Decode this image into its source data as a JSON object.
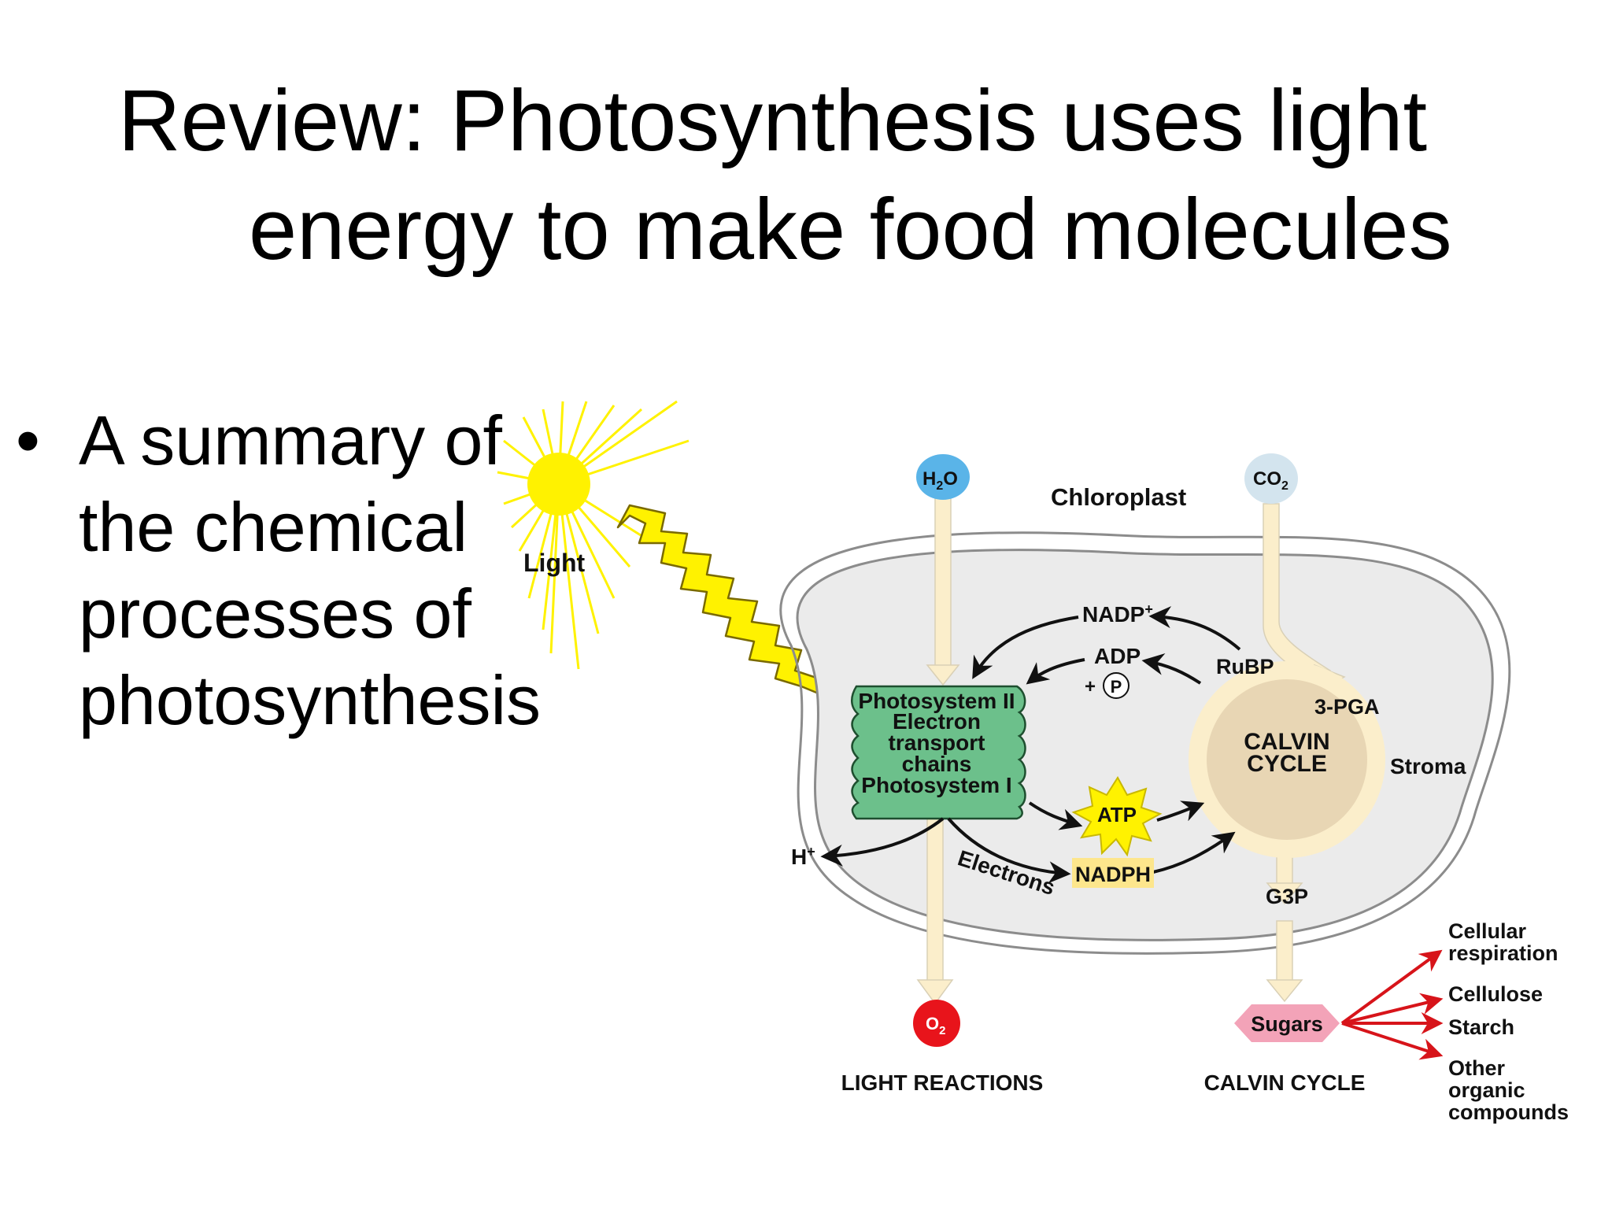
{
  "slide": {
    "title_line1": "Review: Photosynthesis uses light",
    "title_line2": "energy to make food molecules",
    "bullet_lines": [
      "A summary of",
      "the chemical",
      "processes of",
      "photosynthesis"
    ]
  },
  "diagram": {
    "light": "Light",
    "chloroplast": "Chloroplast",
    "h2o_base": "H",
    "h2o_sub": "2",
    "h2o_tail": "O",
    "co2_base": "CO",
    "co2_sub": "2",
    "o2_base": "O",
    "o2_sub": "2",
    "nadp_plus": "NADP",
    "plus_sup": "+",
    "adp": "ADP",
    "plus_p": "+",
    "p": "P",
    "rubp": "RuBP",
    "pga": "3-PGA",
    "calvin_cycle_l1": "CALVIN",
    "calvin_cycle_l2": "CYCLE",
    "stroma": "Stroma",
    "ps_lines": [
      "Photosystem II",
      "Electron",
      "transport",
      "chains",
      "Photosystem I"
    ],
    "atp": "ATP",
    "nadph": "NADPH",
    "h_plus": "H",
    "electrons": "Electrons",
    "g3p": "G3P",
    "sugars": "Sugars",
    "outputs": {
      "cellular_respiration_l1": "Cellular",
      "cellular_respiration_l2": "respiration",
      "cellulose": "Cellulose",
      "starch": "Starch",
      "other_l1": "Other",
      "other_l2": "organic",
      "other_l3": "compounds"
    },
    "light_reactions": "LIGHT REACTIONS",
    "calvin_cycle_caption": "CALVIN CYCLE",
    "colors": {
      "sun": "#fff200",
      "water": "#5ab4e8",
      "co2": "#d3e4ee",
      "oxygen": "#e8141b",
      "thylakoid": "#6cc08b",
      "calvin": "#e8d6b4",
      "sugars": "#f3a3b8",
      "nadph": "#fde68c",
      "stroma": "#ebebeb",
      "output_arrows": "#d7141a",
      "flow": "#fbeecb"
    }
  }
}
